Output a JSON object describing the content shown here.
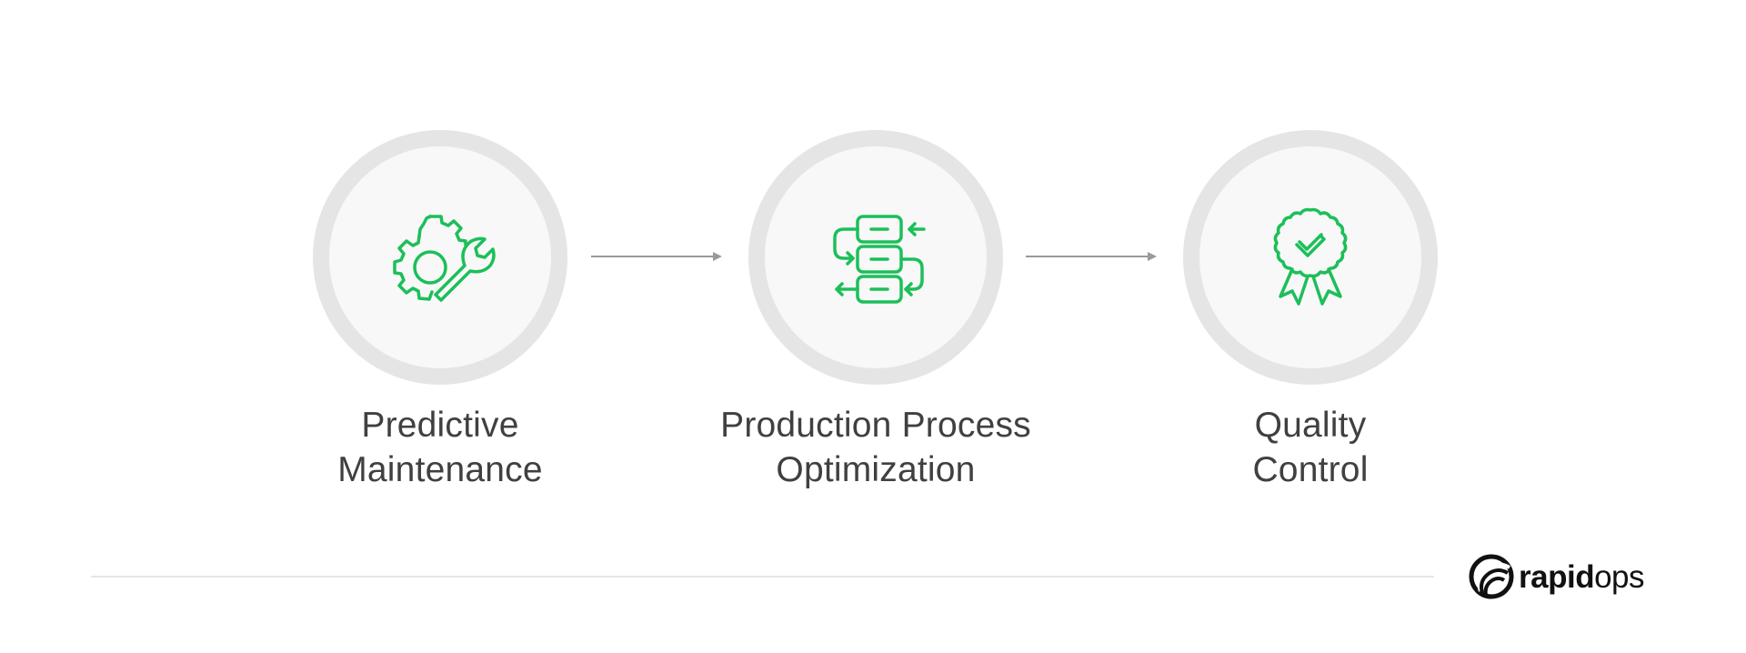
{
  "theme": {
    "accent": "#1cbf5a",
    "ring": "#e5e5e5",
    "disc": "#f8f8f8",
    "text": "#404040",
    "arrow": "#9a9a9a"
  },
  "steps": [
    {
      "icon": "gear-wrench-icon",
      "label_line1": "Predictive",
      "label_line2": "Maintenance"
    },
    {
      "icon": "process-flow-icon",
      "label_line1": "Production Process",
      "label_line2": "Optimization"
    },
    {
      "icon": "award-badge-icon",
      "label_line1": "Quality",
      "label_line2": "Control"
    }
  ],
  "brand": {
    "name_bold": "rapid",
    "name_light": "ops",
    "icon": "rapidops-logo-icon"
  }
}
